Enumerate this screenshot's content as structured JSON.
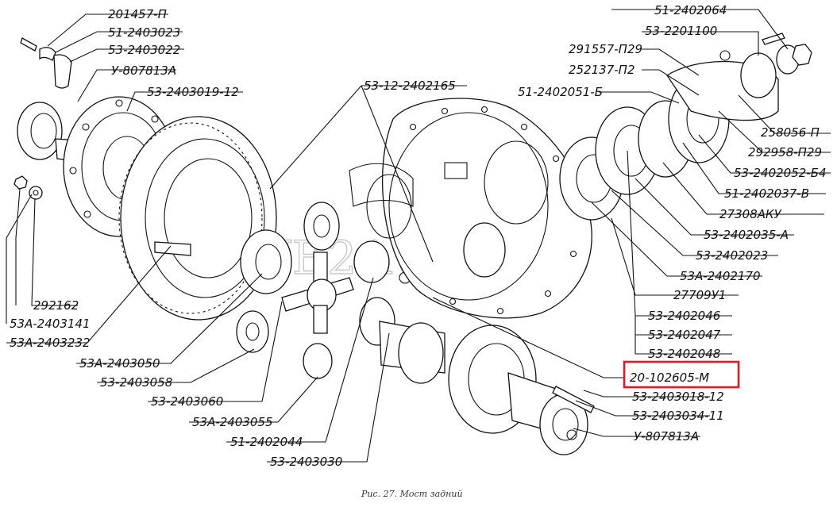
{
  "watermark": "DRIVE2AUTO.RU",
  "caption": "Рис. 27. Мост задний",
  "highlight_color": "#e31b23",
  "labels": {
    "l201457": "201457-П",
    "l512403023": "51-2403023",
    "l532403022": "53-2403022",
    "lu807813a_top": "У-807813А",
    "l53240301912": "53-2403019-12",
    "l53122402165": "53-12-2402165",
    "l512402064": "51-2402064",
    "l532201100": "53-2201100",
    "l291557": "291557-П29",
    "l252137": "252137-П2",
    "l512402051b": "51-2402051-Б",
    "l258056": "258056-П",
    "l292958": "292958-П29",
    "l532402052b4": "53-2402052-Б4",
    "l512402037v": "51-2402037-В",
    "l27308aku": "27308АКУ",
    "l532402035a": "53-2402035-А",
    "l532402023": "53-2402023",
    "l53a2402170": "53А-2402170",
    "l2770941": "27709У1",
    "l532402046": "53-2402046",
    "l532402047": "53-2402047",
    "l532402048": "53-2402048",
    "l20102605m": "20-102605-М",
    "l53240301812": "53-2403018-12",
    "l53240303411": "53-2403034-11",
    "lu807813a_bot": "У-807813А",
    "l292162": "292162",
    "l53a2403141": "53А-2403141",
    "l53a2403232": "53А-2403232",
    "l53a2403050": "53А-2403050",
    "l532403058": "53-2403058",
    "l532403060": "53-2403060",
    "l53a2403055": "53А-2403055",
    "l512402044": "51-2402044",
    "l532403030": "53-2403030"
  }
}
